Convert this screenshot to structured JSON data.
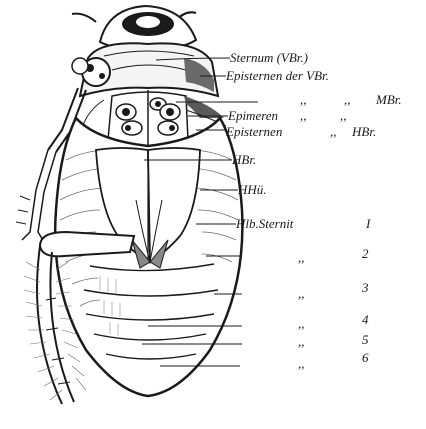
{
  "labels": {
    "sternum": "Sternum (VBr.)",
    "episternen_vbr": "Episternen der VBr.",
    "episternen_mbr_ditto": ",,",
    "episternen_mbr_ditto2": ",,",
    "episternen_mbr_suffix": "MBr.",
    "epimeren": "Epimeren",
    "epimeren_ditto1": ",,",
    "epimeren_ditto2": ",,",
    "episternen_hbr": "Episternen",
    "episternen_hbr_ditto": ",,",
    "episternen_hbr_suffix": "HBr.",
    "hbr": "HBr.",
    "hhu": "HHü.",
    "hlb_sternit": "Hlb.Sternit",
    "hlb_1": "I",
    "ditto_2": ",,",
    "hlb_2": "2",
    "ditto_3": ",,",
    "hlb_3": "3",
    "ditto_4": ",,",
    "hlb_4": "4",
    "ditto_5": ",,",
    "hlb_5": "5",
    "ditto_6": ",,",
    "hlb_6": "6"
  },
  "colors": {
    "ink": "#1a1a1a",
    "paper": "#ffffff",
    "shade": "#8a8a8a"
  }
}
